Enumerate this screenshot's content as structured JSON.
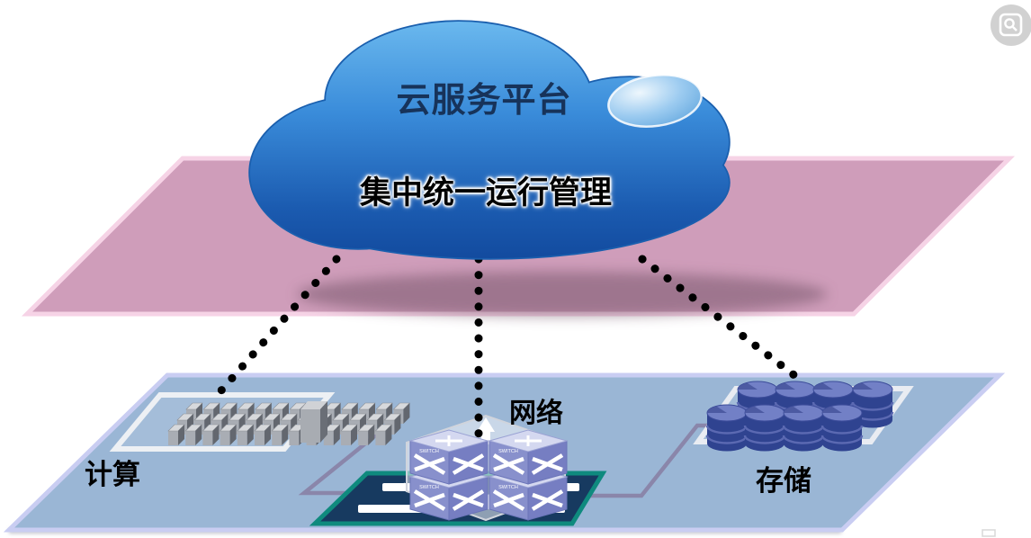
{
  "cloud": {
    "title": "云服务平台",
    "subtitle": "集中统一运行管理"
  },
  "planes": {
    "management_plane": {
      "name": "management-plane",
      "fill": "#cf9dba",
      "border": "#f6d3e6"
    },
    "resource_plane": {
      "name": "resource-plane",
      "fill": "#9ab6d5",
      "border": "#c9cdf2"
    }
  },
  "nodes": [
    {
      "id": "compute",
      "label": "计算",
      "icon": "server-rack-grid-icon"
    },
    {
      "id": "network",
      "label": "网络",
      "icon": "switch-stack-icon"
    },
    {
      "id": "storage",
      "label": "存储",
      "icon": "database-cylinders-icon"
    }
  ],
  "links": [
    {
      "from": "cloud",
      "to": "compute",
      "style": "dotted"
    },
    {
      "from": "cloud",
      "to": "network",
      "style": "dotted"
    },
    {
      "from": "cloud",
      "to": "storage",
      "style": "dotted"
    }
  ],
  "compute_servers": {
    "rows": 3,
    "columns": 13
  },
  "storage_disks": {
    "back_row": 4,
    "front_row": 4
  },
  "network_switches": {
    "count": 4,
    "unit_label": "SWITCH"
  },
  "colors": {
    "cloud_light": "#6ab8ee",
    "cloud_mid": "#3a8cda",
    "cloud_dark": "#124a9e",
    "dot_link": "#000000",
    "platform_teal_border": "#0f8a7e",
    "platform_navy_fill": "#173a60",
    "connector_line": "#8a86aa",
    "server_gray": "#a9adb4",
    "disk_blue": "#2f4390",
    "switch_purple": "#8890cc"
  }
}
